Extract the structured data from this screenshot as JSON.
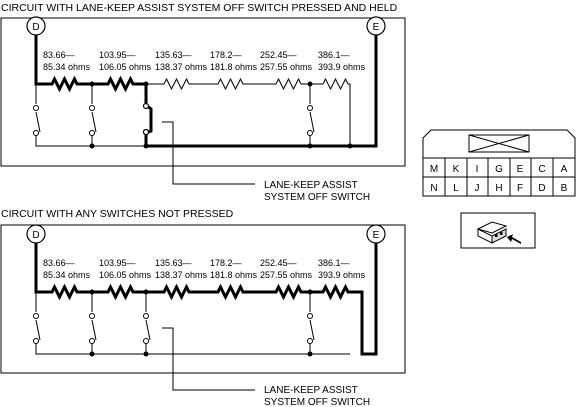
{
  "diagram1": {
    "title": "CIRCUIT WITH LANE-KEEP ASSIST SYSTEM OFF SWITCH PRESSED AND HELD",
    "node_left": "D",
    "node_right": "E",
    "callout_line1": "LANE-KEEP ASSIST",
    "callout_line2": "SYSTEM OFF SWITCH"
  },
  "diagram2": {
    "title": "CIRCUIT WITH ANY SWITCHES NOT PRESSED",
    "node_left": "D",
    "node_right": "E",
    "callout_line1": "LANE-KEEP ASSIST",
    "callout_line2": "SYSTEM OFF SWITCH"
  },
  "resistors": [
    {
      "line1": "83.66—",
      "line2": "85.34 ohms"
    },
    {
      "line1": "103.95—",
      "line2": "106.05 ohms"
    },
    {
      "line1": "135.63—",
      "line2": "138.37 ohms"
    },
    {
      "line1": "178.2—",
      "line2": "181.8 ohms"
    },
    {
      "line1": "252.45—",
      "line2": "257.55 ohms"
    },
    {
      "line1": "386.1—",
      "line2": "393.9 ohms"
    }
  ],
  "connector": {
    "top_row": [
      "M",
      "K",
      "I",
      "G",
      "E",
      "C",
      "A"
    ],
    "bottom_row": [
      "N",
      "L",
      "J",
      "H",
      "F",
      "D",
      "B"
    ]
  },
  "icons": {
    "connector_plug": "connector-plug-icon",
    "arrow": "arrow-icon"
  }
}
